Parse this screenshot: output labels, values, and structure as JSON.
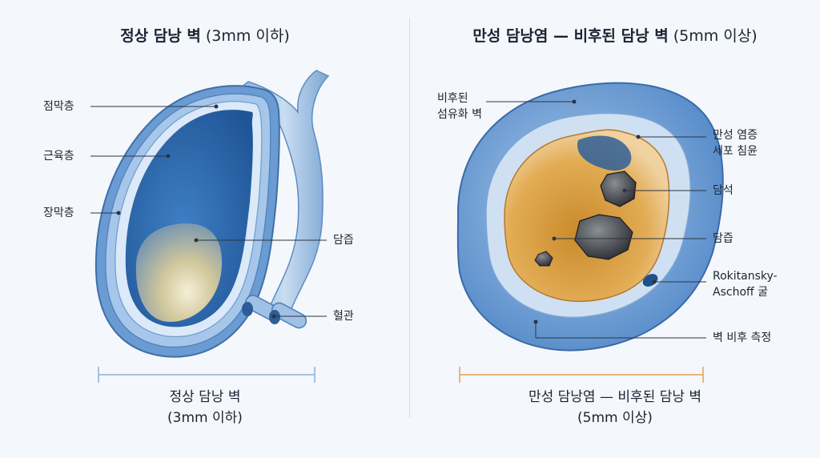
{
  "left": {
    "title_bold": "정상 담낭 벽",
    "title_normal": "(3mm 이하)",
    "labels": {
      "mucosa": "점막층",
      "muscle": "근육층",
      "serosa": "장막층",
      "bile": "담즙",
      "vessel": "혈관"
    },
    "caption_line1": "정상 담낭 벽",
    "caption_line2": "(3mm 이하)",
    "bracket_color": "#8fb0d6"
  },
  "right": {
    "title_bold": "만성 담낭염 — 비후된 담낭 벽",
    "title_normal": "(5mm 이상)",
    "labels": {
      "fibrotic_1": "비후된",
      "fibrotic_2": "섬유화 벽",
      "infiltration_1": "만성 염증",
      "infiltration_2": "세포 침윤",
      "stone": "담석",
      "bile": "담즙",
      "ra_1": "Rokitansky-",
      "ra_2": "Aschoff 굴",
      "measure": "벽 비후 측정"
    },
    "caption_line1": "만성 담낭염 — 비후된 담낭 벽",
    "caption_line2": "(5mm 이상)",
    "bracket_color": "#e0a25c"
  }
}
